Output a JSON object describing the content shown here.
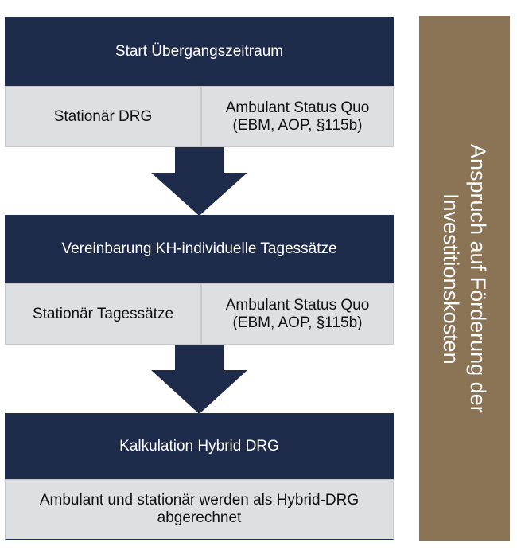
{
  "stages": [
    {
      "title": "Start Übergangszeitraum",
      "left": "Stationär DRG",
      "right_line1": "Ambulant Status Quo",
      "right_line2": "(EBM, AOP, §115b)"
    },
    {
      "title": "Vereinbarung KH-individuelle Tagessätze",
      "left": "Stationär Tagessätze",
      "right_line1": "Ambulant Status Quo",
      "right_line2": "(EBM, AOP, §115b)"
    },
    {
      "title": "Kalkulation Hybrid DRG",
      "full_line1": "Ambulant und stationär werden als Hybrid-DRG",
      "full_line2": "abgerechnet"
    }
  ],
  "side": {
    "line1": "Anspruch auf Förderung der",
    "line2": "Investitionskosten"
  },
  "colors": {
    "navy": "#1f2b4a",
    "gray": "#dedfe3",
    "brown": "#8b7356"
  }
}
